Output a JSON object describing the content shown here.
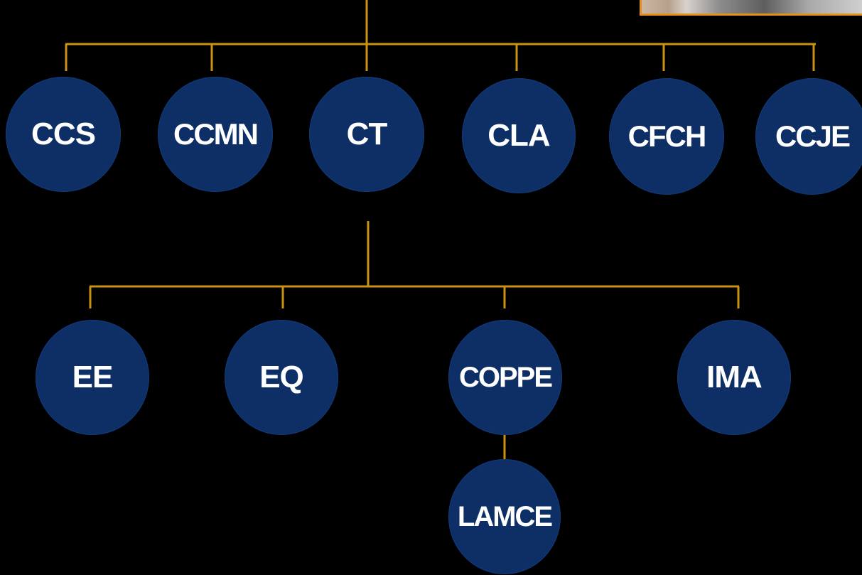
{
  "diagram": {
    "colors": {
      "background": "#000000",
      "node_fill": "#0d2f66",
      "node_text": "#ffffff",
      "connector": "#c9920f",
      "thumbnail_border": "#e8901e"
    },
    "level1": [
      {
        "id": "ccs",
        "label": "CCS"
      },
      {
        "id": "ccmn",
        "label": "CCMN"
      },
      {
        "id": "ct",
        "label": "CT"
      },
      {
        "id": "cla",
        "label": "CLA"
      },
      {
        "id": "cfch",
        "label": "CFCH"
      },
      {
        "id": "ccje",
        "label": "CCJE"
      }
    ],
    "level2": [
      {
        "id": "ee",
        "label": "EE",
        "parent": "CT"
      },
      {
        "id": "eq",
        "label": "EQ",
        "parent": "CT"
      },
      {
        "id": "coppe",
        "label": "COPPE",
        "parent": "CT"
      },
      {
        "id": "ima",
        "label": "IMA",
        "parent": "CT"
      }
    ],
    "level3": [
      {
        "id": "lamce",
        "label": "LAMCE",
        "parent": "COPPE"
      }
    ]
  }
}
